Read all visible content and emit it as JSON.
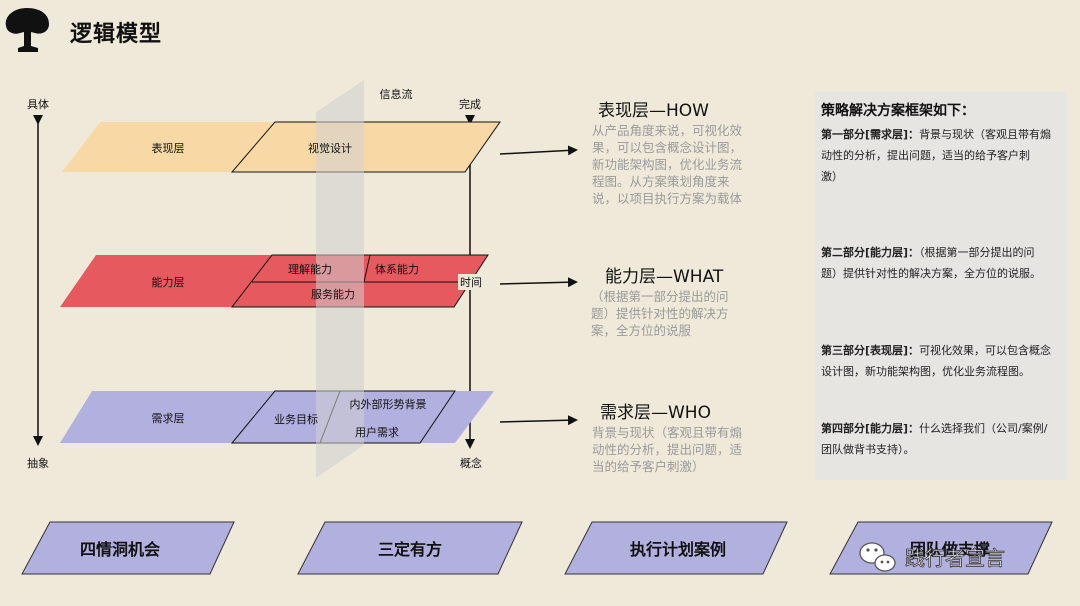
{
  "header": {
    "title": "逻辑模型"
  },
  "axis_left": {
    "top": "具体",
    "bottom": "抽象"
  },
  "axis_right": {
    "top": "完成",
    "middle": "时间",
    "bottom": "概念"
  },
  "info_flow_label": "信息流",
  "layers": {
    "presentation": {
      "name": "表现层",
      "items": [
        "视觉设计"
      ],
      "color": "#f8d9a6"
    },
    "capability": {
      "name": "能力层",
      "items": [
        "理解能力",
        "体系能力",
        "服务能力"
      ],
      "color": "#e5595f"
    },
    "demand": {
      "name": "需求层",
      "items": [
        "业务目标",
        "内外部形势背景",
        "用户需求"
      ],
      "color": "#b1b0df"
    }
  },
  "descriptions": [
    {
      "title": "表现层—HOW",
      "lines": [
        "从产品角度来说，可视化效",
        "果，可以包含概念设计图，",
        "新功能架构图，优化业务流",
        "程图。从方案策划角度来",
        "说，以项目执行方案为载体"
      ]
    },
    {
      "title": "能力层—WHAT",
      "lines": [
        "（根据第一部分提出的问",
        "题）提供针对性的解决方",
        "案，全方位的说服"
      ]
    },
    {
      "title": "需求层—WHO",
      "lines": [
        "背景与现状（客观且带有煽",
        "动性的分析，提出问题，适",
        "当的给予客户刺激）"
      ]
    }
  ],
  "panel": {
    "title": "策略解决方案框架如下：",
    "sections": [
      {
        "label": "第一部分[需求层]：",
        "lines": [
          "背景与现状（客观且带有煽",
          "动性的分析，提出问题，适当的给予客户刺",
          "激）"
        ]
      },
      {
        "label": "第二部分[能力层]：",
        "lines": [
          "（根据第一部分提出的问",
          "题）提供针对性的解决方案，全方位的说服。"
        ]
      },
      {
        "label": "第三部分[表现层]：",
        "lines": [
          "可视化效果，可以包含概念",
          "设计图，新功能架构图，优化业务流程图。"
        ]
      },
      {
        "label": "第四部分[能力层]：",
        "lines": [
          "什么选择我们（公司/案例/",
          "团队做背书支持）。"
        ]
      }
    ]
  },
  "bottom_buttons": [
    "四情洞机会",
    "三定有方",
    "执行计划案例",
    "团队做支撑"
  ],
  "watermark": "践行者宣言",
  "colors": {
    "button": "#b1b0df",
    "background": "#efe9da"
  }
}
